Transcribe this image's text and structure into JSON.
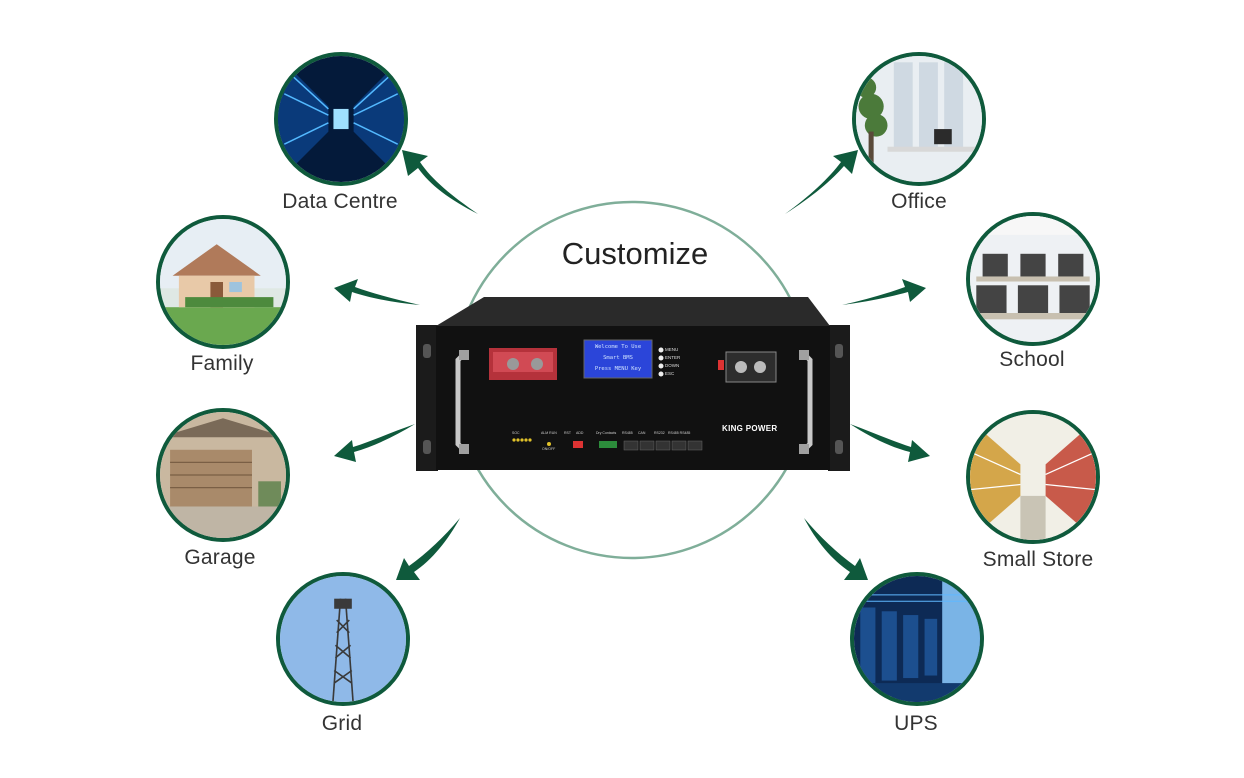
{
  "title": "Customize",
  "colors": {
    "accent": "#0f5a3c",
    "ring": "#7fae99",
    "label": "#333333"
  },
  "applications": [
    {
      "id": "data-centre",
      "label": "Data Centre",
      "icon": "server-corridor-image"
    },
    {
      "id": "family",
      "label": "Family",
      "icon": "house-image"
    },
    {
      "id": "garage",
      "label": "Garage",
      "icon": "garage-image"
    },
    {
      "id": "grid",
      "label": "Grid",
      "icon": "telecom-tower-image"
    },
    {
      "id": "office",
      "label": "Office",
      "icon": "office-image"
    },
    {
      "id": "school",
      "label": "School",
      "icon": "classroom-image"
    },
    {
      "id": "small-store",
      "label": "Small Store",
      "icon": "supermarket-image"
    },
    {
      "id": "ups",
      "label": "UPS",
      "icon": "server-room-image"
    }
  ],
  "battery": {
    "brand": "KING POWER",
    "lcd_line1": "Welcome To Use",
    "lcd_line2": "Smart BMS",
    "lcd_line3": "Press MENU Key",
    "buttons": [
      "MENU",
      "ENTER",
      "DOWN",
      "ESC"
    ],
    "port_labels": [
      "SOC",
      "ALM RUN",
      "RST",
      "ADD",
      "Dry Contacts",
      "RS485",
      "CAN",
      "RS232",
      "RS485 RS485"
    ],
    "switch_label": "ON/OFF"
  }
}
